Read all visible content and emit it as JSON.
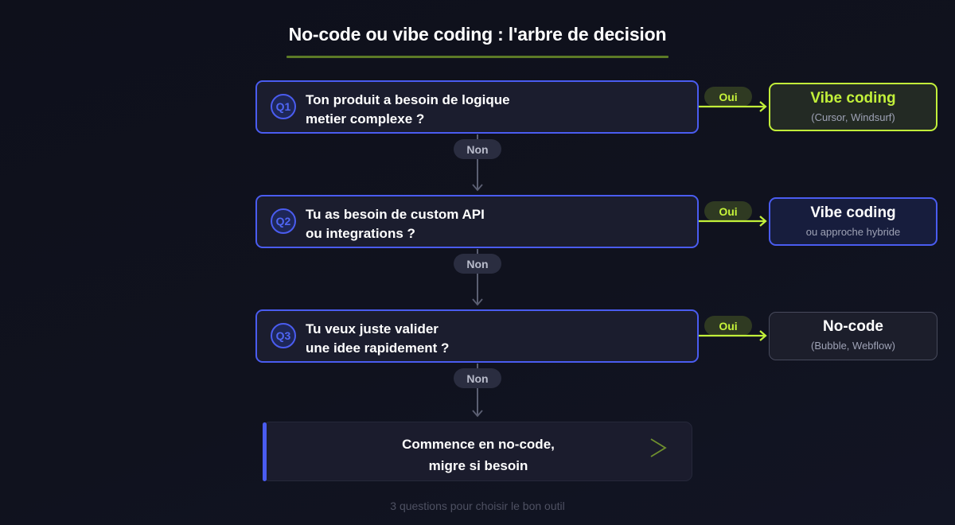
{
  "title": "No-code ou vibe coding : l'arbre de decision",
  "colors": {
    "background": "#0f111c",
    "question_border": "#4a5cf0",
    "accent_lime": "#c2f03a",
    "underline": "#5c7a26",
    "connector": "#5b5f72",
    "muted_text": "#4e5162"
  },
  "questions": [
    {
      "badge": "Q1",
      "line1": "Ton produit a besoin de logique",
      "line2": "metier complexe ?",
      "yes_label": "Oui",
      "no_label": "Non",
      "result": {
        "title": "Vibe coding",
        "subtitle": "(Cursor, Windsurf)"
      }
    },
    {
      "badge": "Q2",
      "line1": "Tu as besoin de custom API",
      "line2": "ou integrations ?",
      "yes_label": "Oui",
      "no_label": "Non",
      "result": {
        "title": "Vibe coding",
        "subtitle": "ou approche hybride"
      }
    },
    {
      "badge": "Q3",
      "line1": "Tu veux juste valider",
      "line2": "une idee rapidement ?",
      "yes_label": "Oui",
      "no_label": "Non",
      "result": {
        "title": "No-code",
        "subtitle": "(Bubble, Webflow)"
      }
    }
  ],
  "final": {
    "line1": "Commence en no-code,",
    "line2": "migre si besoin",
    "icon": "chevron-right-icon"
  },
  "footer": "3 questions pour choisir le bon outil"
}
